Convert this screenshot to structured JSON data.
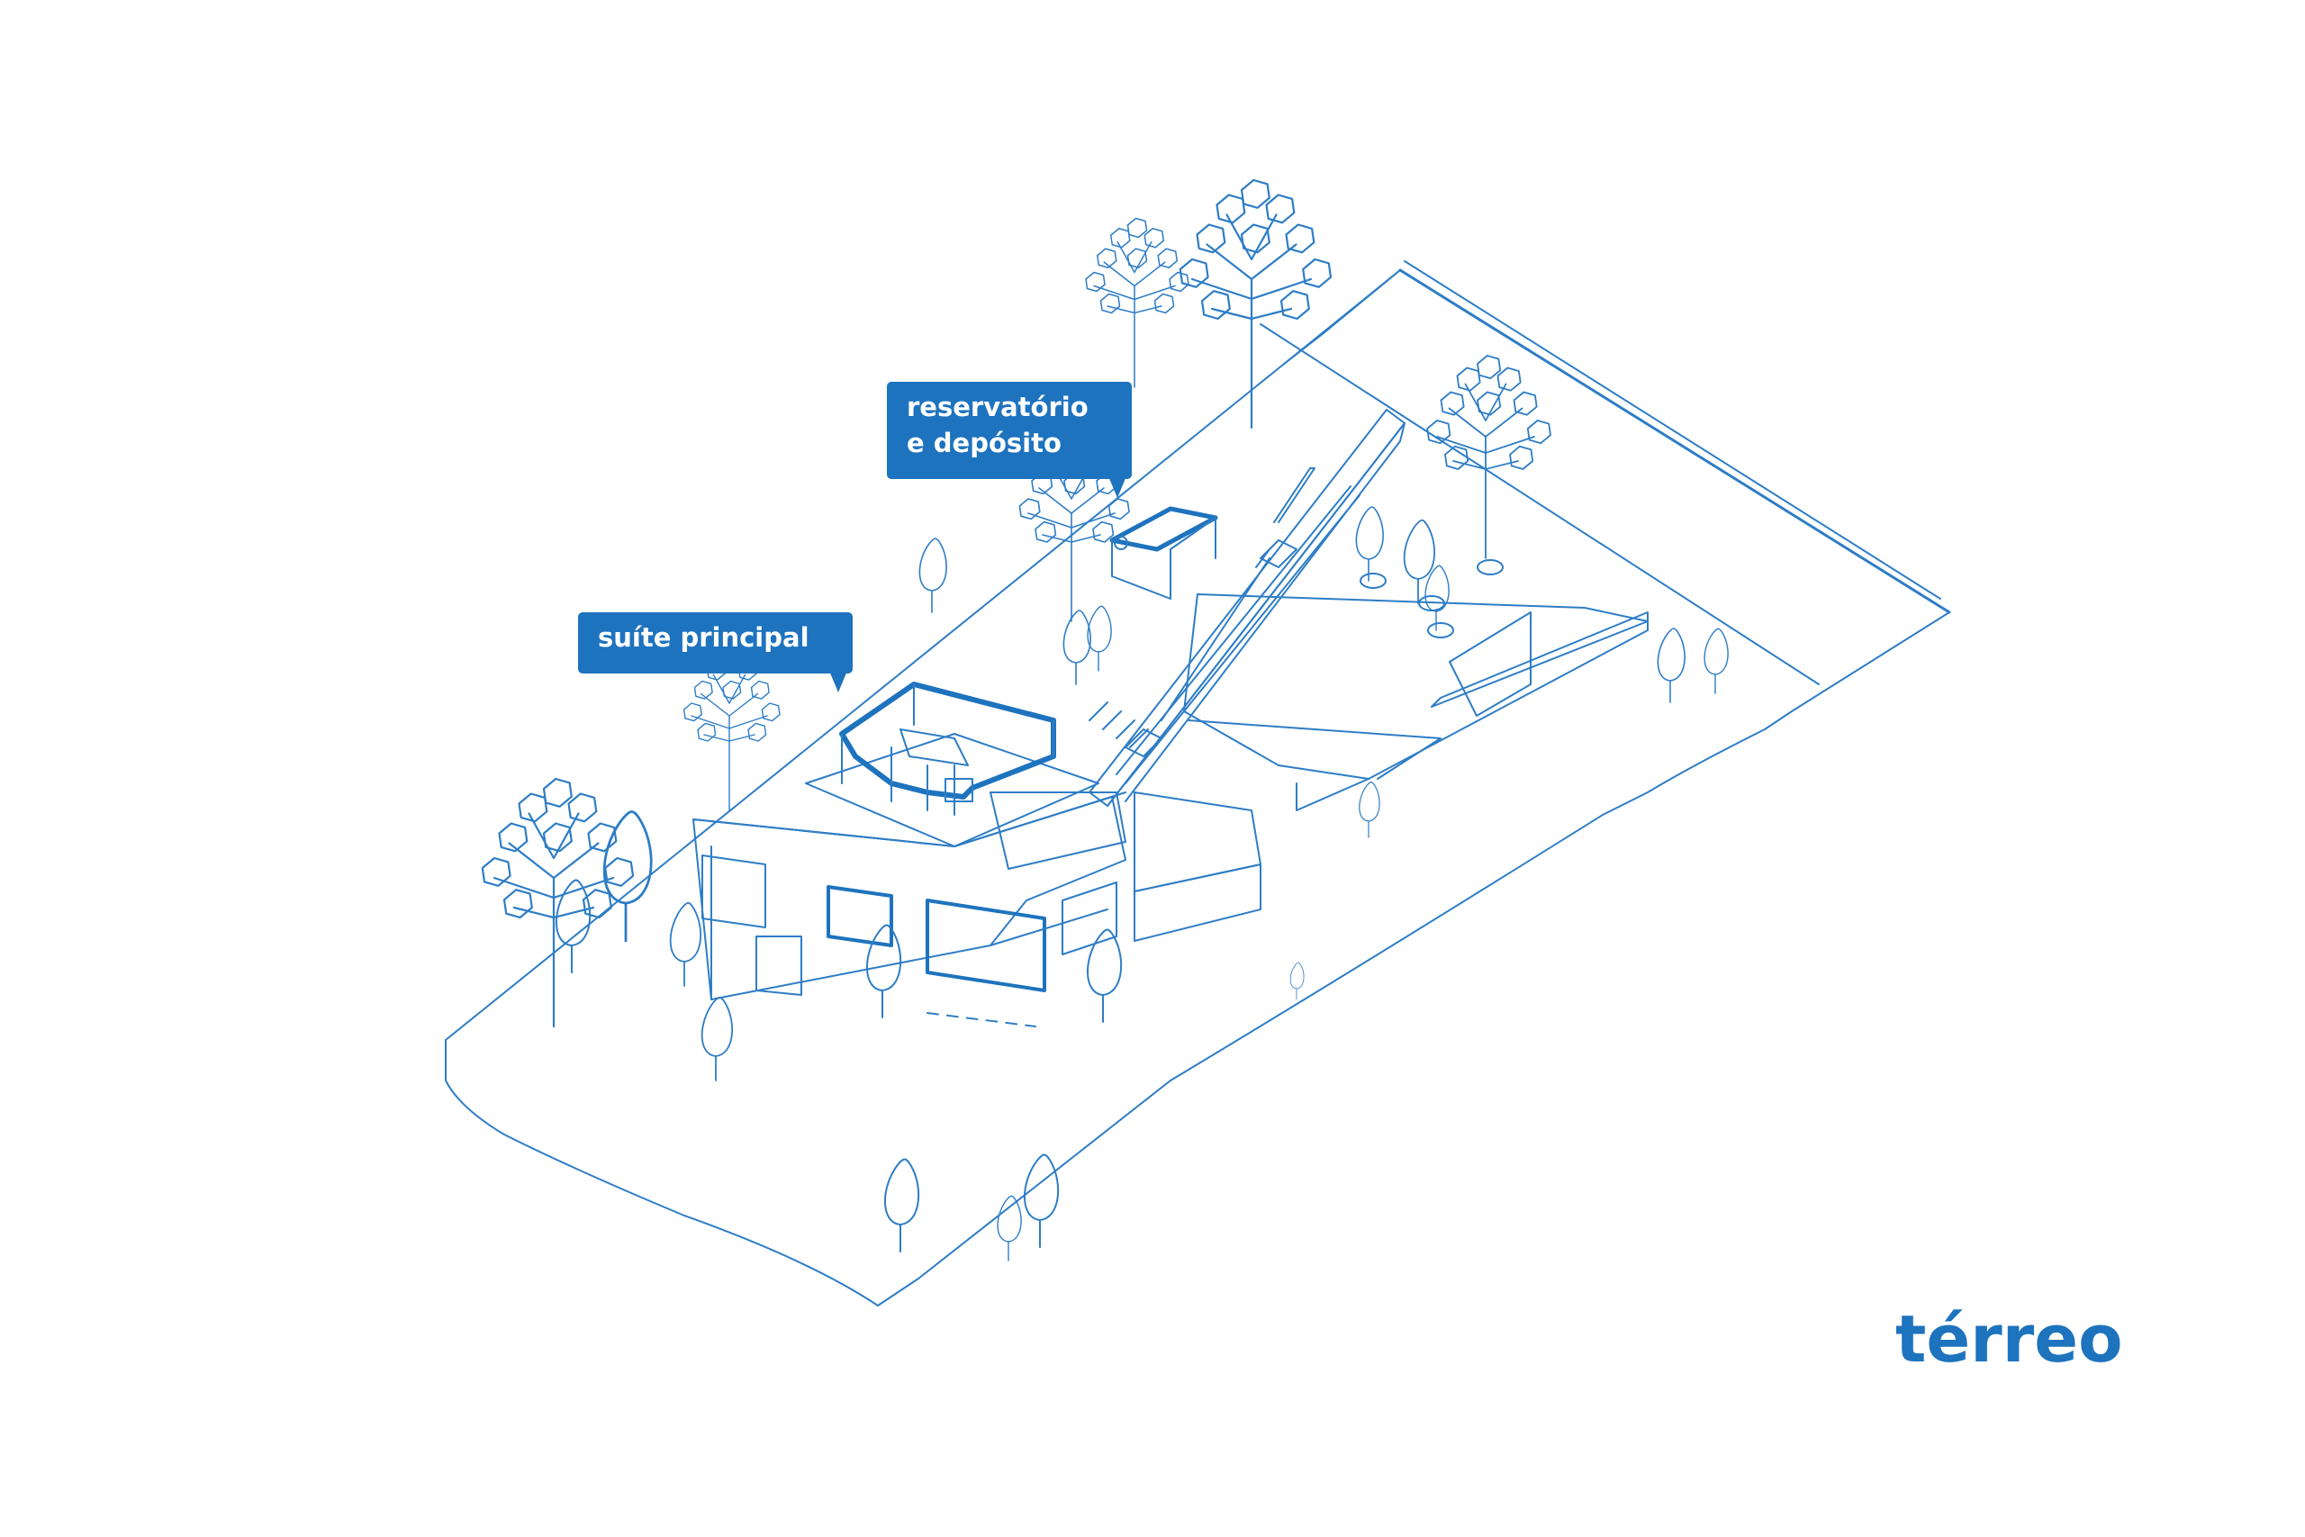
{
  "drawing": {
    "line_color": "#2e7dc6",
    "accent_color": "#1e73be",
    "background": "#ffffff"
  },
  "labels": {
    "reservatorio": {
      "line1": "reservatório",
      "line2": "e depósito"
    },
    "suite": {
      "line1": "suíte principal"
    }
  },
  "level_title": "térreo"
}
